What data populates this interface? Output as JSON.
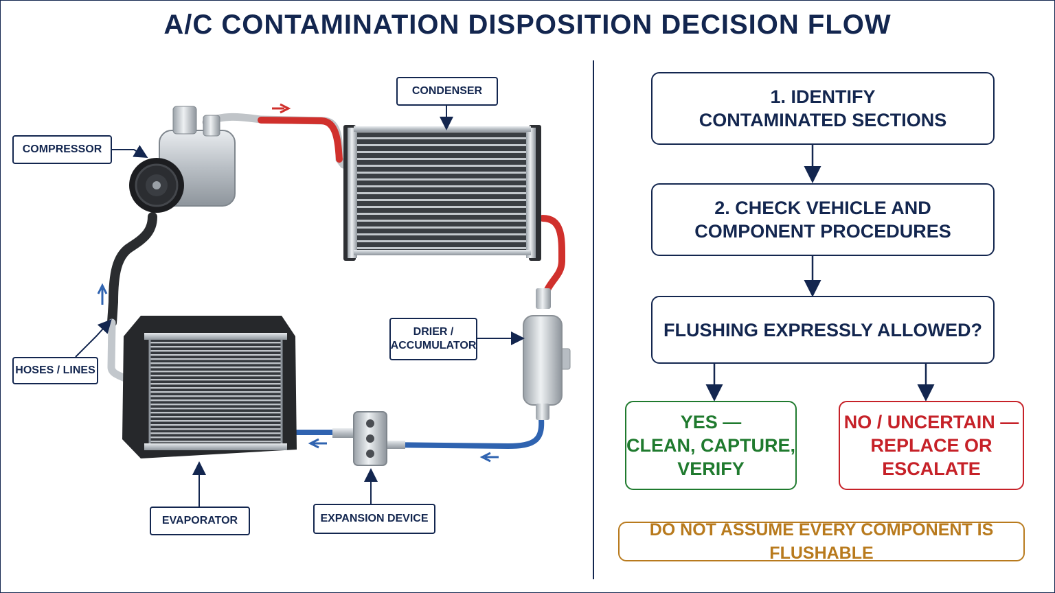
{
  "title": "A/C CONTAMINATION DISPOSITION DECISION FLOW",
  "components": {
    "condenser": "CONDENSER",
    "compressor": "COMPRESSOR",
    "hoses_lines": "HOSES / LINES",
    "drier_accumulator": "DRIER /\nACCUMULATOR",
    "evaporator": "EVAPORATOR",
    "expansion_device": "EXPANSION DEVICE"
  },
  "flow": {
    "step1": "1. IDENTIFY\nCONTAMINATED SECTIONS",
    "step2": "2. CHECK VEHICLE AND\nCOMPONENT PROCEDURES",
    "question": "FLUSHING EXPRESSLY ALLOWED?",
    "yes": "YES —\nCLEAN, CAPTURE,\nVERIFY",
    "no": "NO / UNCERTAIN —\nREPLACE OR\nESCALATE",
    "warning": "DO NOT ASSUME EVERY COMPONENT IS FLUSHABLE"
  },
  "colors": {
    "navy": "#13264f",
    "high_pressure_line": "#d0302c",
    "low_pressure_line": "#2f63b0",
    "yes": "#1f7a2e",
    "no": "#c62128",
    "warning": "#b87a1d"
  }
}
